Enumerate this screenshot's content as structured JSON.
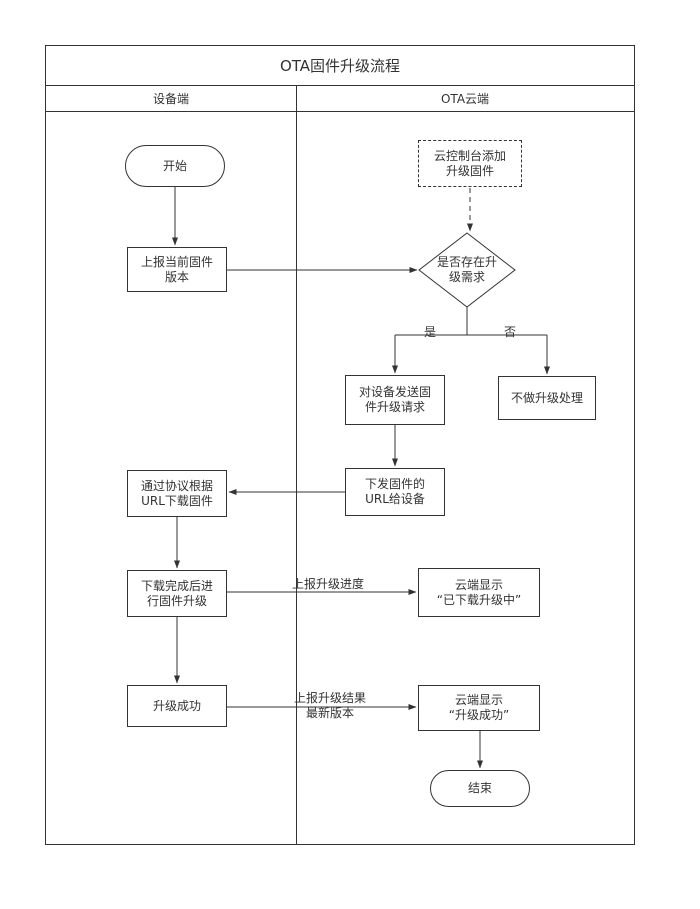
{
  "title": "OTA固件升级流程",
  "lanes": {
    "device": "设备端",
    "cloud": "OTA云端"
  },
  "nodes": {
    "start": "开始",
    "report_version": "上报当前固件\n版本",
    "console_add_firmware": "云控制台添加\n升级固件",
    "decision_upgrade_needed": "是否存在升\n级需求",
    "send_upgrade_request": "对设备发送固\n件升级请求",
    "no_upgrade": "不做升级处理",
    "send_url": "下发固件的\nURL给设备",
    "download_firmware": "通过协议根据\nURL下载固件",
    "perform_upgrade": "下载完成后进\n行固件升级",
    "cloud_show_downloading": "云端显示\n“已下载升级中”",
    "upgrade_success": "升级成功",
    "cloud_show_success": "云端显示\n“升级成功”",
    "end": "结束"
  },
  "edge_labels": {
    "yes": "是",
    "no": "否",
    "report_progress": "上报升级进度",
    "report_result": "上报升级结果\n最新版本"
  },
  "colors": {
    "line": "#333333",
    "text": "#333333",
    "background": "#ffffff"
  }
}
